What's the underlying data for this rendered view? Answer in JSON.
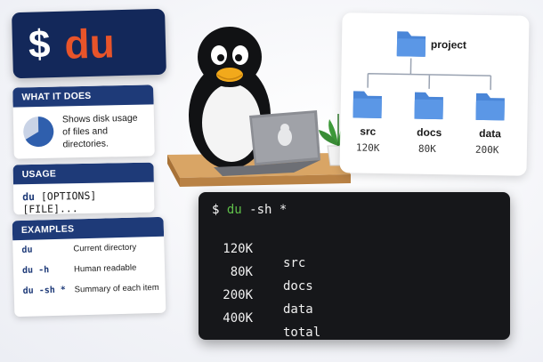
{
  "title": {
    "dollar": "$",
    "command": "du"
  },
  "what_it_does": {
    "header": "WHAT IT DOES",
    "lines": [
      "Shows disk usage",
      "of files and",
      "directories."
    ]
  },
  "usage": {
    "header": "USAGE",
    "command": "du",
    "args": " [OPTIONS] [FILE]..."
  },
  "examples": {
    "header": "EXAMPLES",
    "items": [
      {
        "cmd": "du",
        "desc": "Current directory"
      },
      {
        "cmd": "du -h",
        "desc": "Human readable"
      },
      {
        "cmd": "du -sh *",
        "desc": "Summary of each item"
      }
    ]
  },
  "tree": {
    "root": "project",
    "children": [
      {
        "name": "src",
        "size": "120K"
      },
      {
        "name": "docs",
        "size": "80K"
      },
      {
        "name": "data",
        "size": "200K"
      }
    ]
  },
  "terminal": {
    "prompt": "$",
    "cmd": "du",
    "args": " -sh *",
    "output": [
      {
        "size": "120K",
        "name": "src"
      },
      {
        "size": "80K",
        "name": "docs"
      },
      {
        "size": "200K",
        "name": "data"
      },
      {
        "size": "400K",
        "name": "total"
      }
    ]
  },
  "colors": {
    "navy": "#13285a",
    "header_blue": "#1e3a78",
    "accent_orange": "#e8542a",
    "folder_blue": "#4a86d8",
    "terminal_green": "#5fbf4a"
  },
  "icons": [
    "pie-chart-icon",
    "folder-icon",
    "penguin-mascot",
    "laptop-icon",
    "plant-icon"
  ]
}
